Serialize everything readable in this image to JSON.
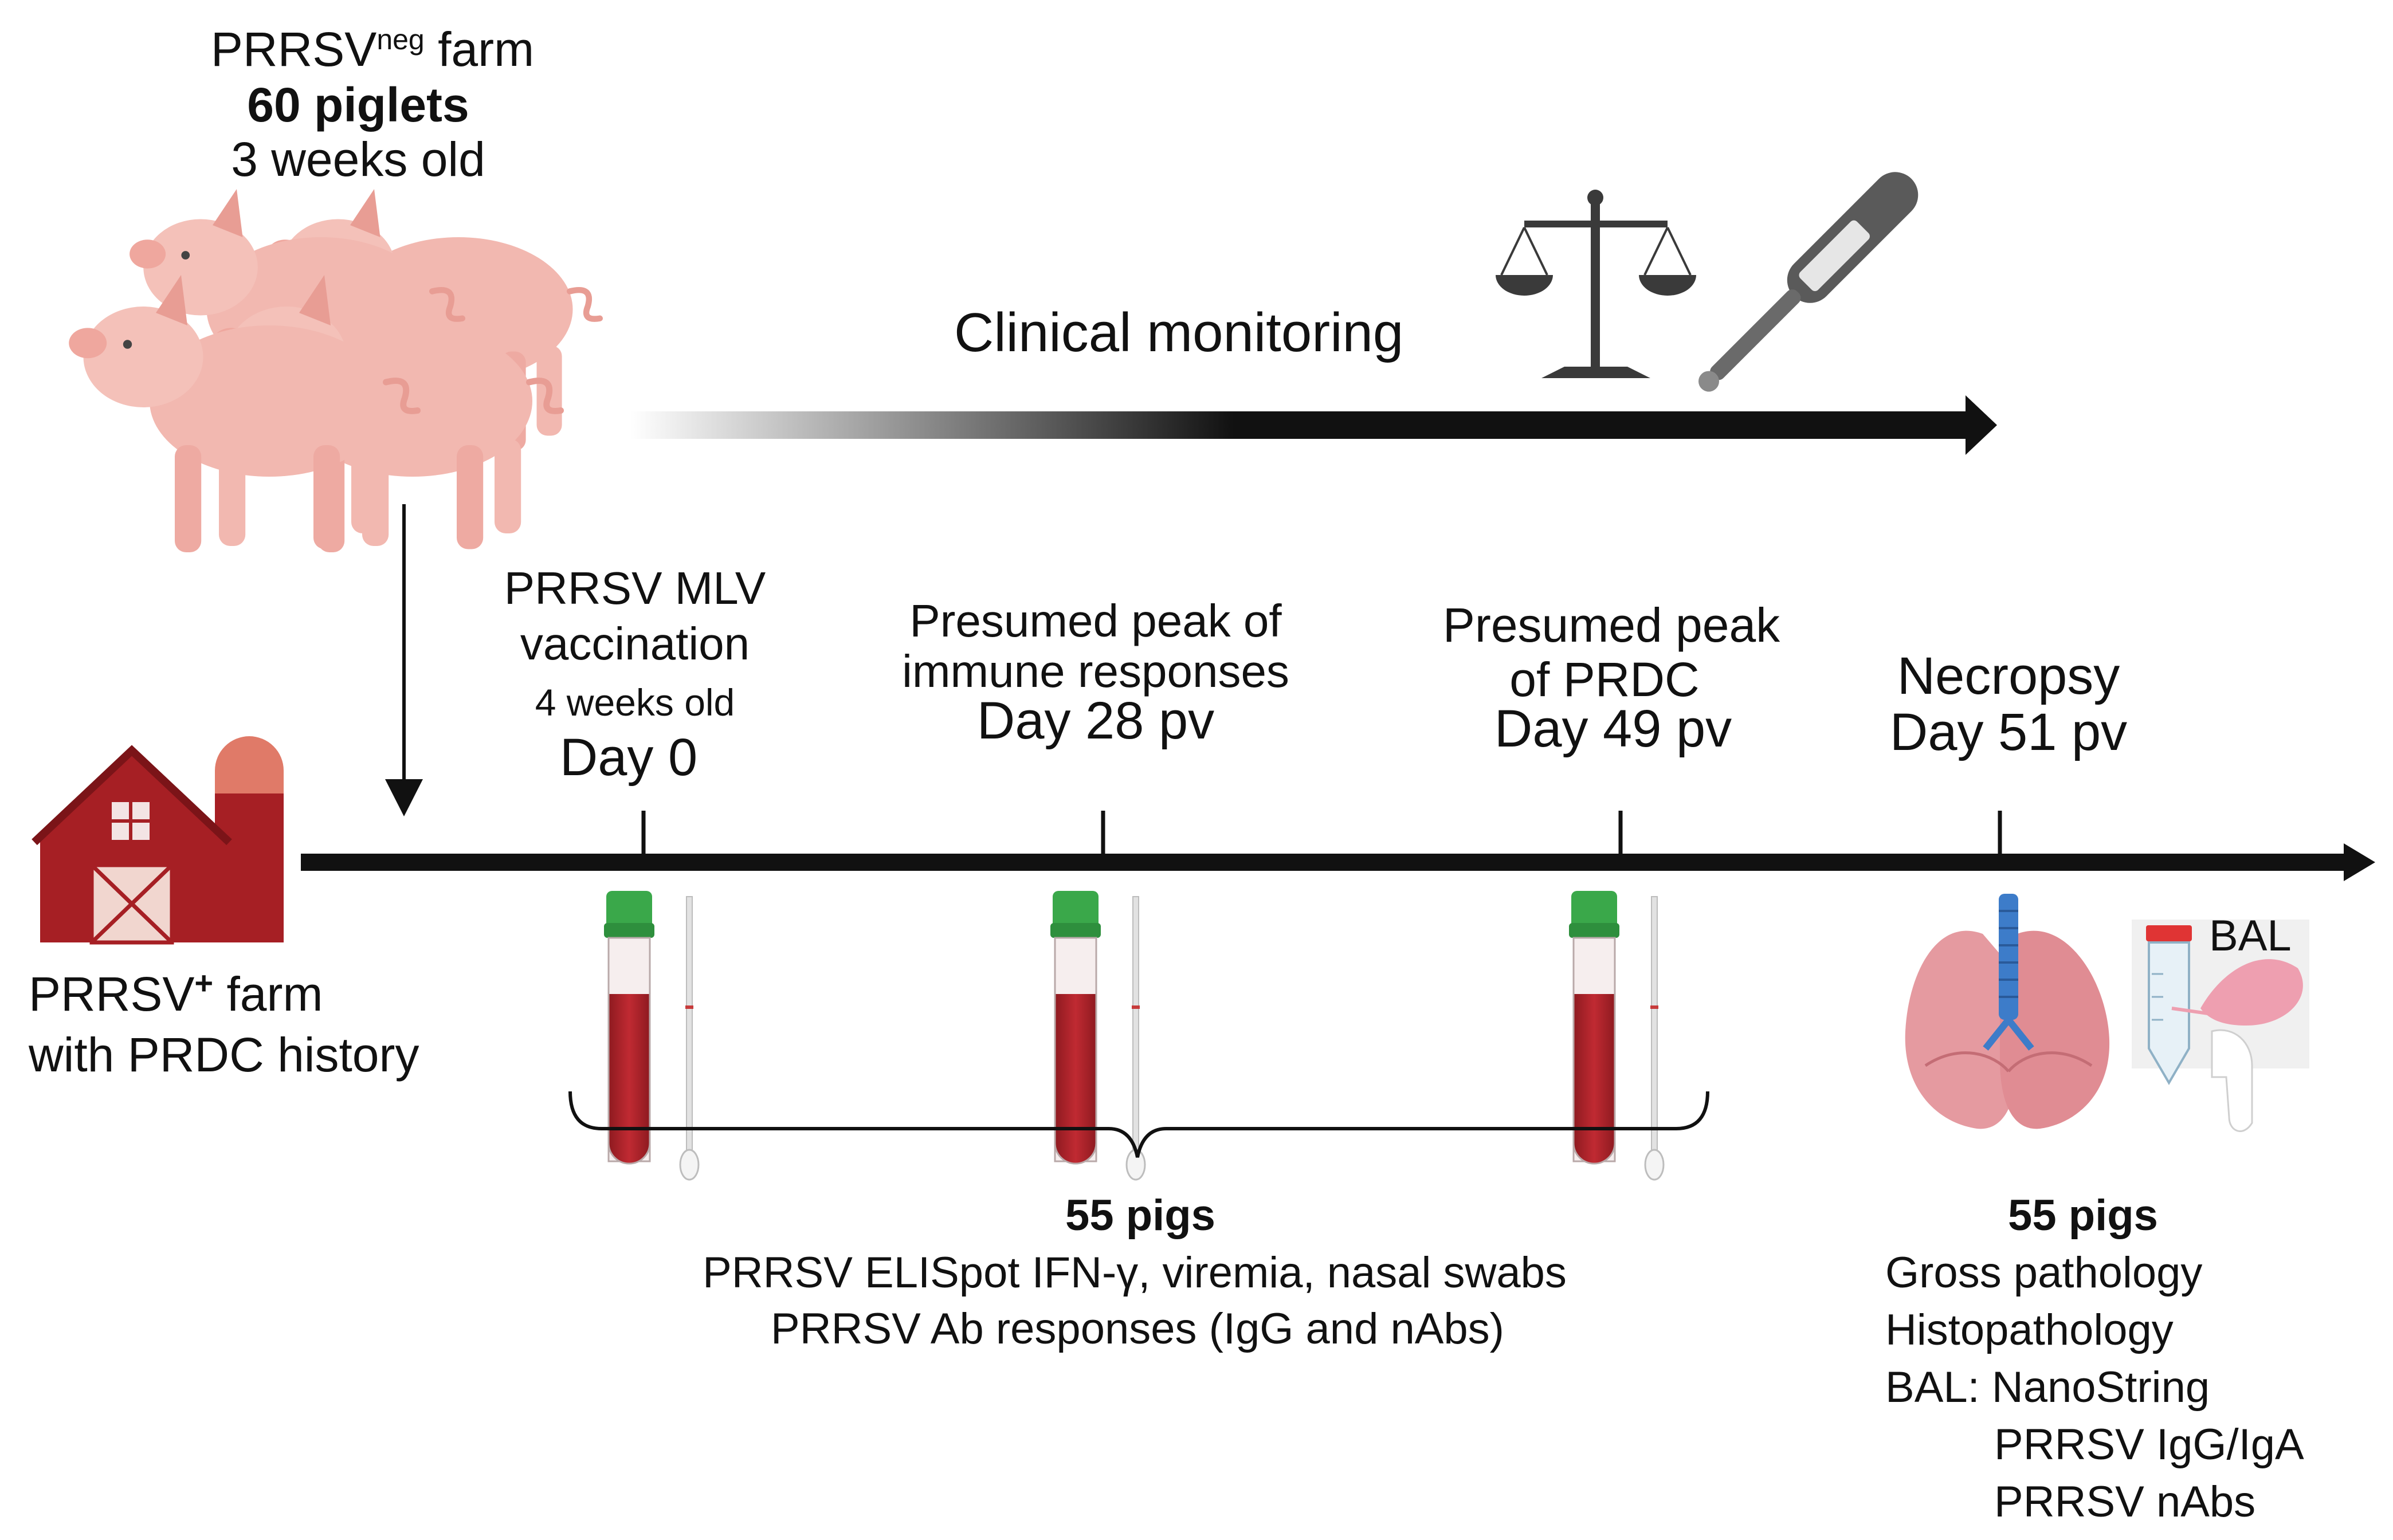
{
  "source_farm": {
    "name_prefix": "PRRSV",
    "name_sup": "neg",
    "name_suffix": " farm",
    "count": "60 piglets",
    "age": "3 weeks old"
  },
  "clinical_monitoring": {
    "label": "Clinical monitoring"
  },
  "destination_farm": {
    "name_prefix": "PRRSV",
    "name_sup": "+",
    "name_suffix": " farm",
    "history": "with PRDC history"
  },
  "events": [
    {
      "lines": [
        "PRRSV MLV",
        "vaccination"
      ],
      "sub": "4 weeks old",
      "day": "Day 0"
    },
    {
      "lines": [
        "Presumed peak of",
        "immune responses"
      ],
      "day": "Day 28 pv"
    },
    {
      "lines": [
        "Presumed peak",
        "of PRDC"
      ],
      "day": "Day 49 pv"
    },
    {
      "lines": [
        "Necropsy"
      ],
      "day": "Day 51 pv"
    }
  ],
  "sampling": {
    "count": "55 pigs",
    "line1": "PRRSV ELISpot IFN-γ, viremia, nasal swabs",
    "line2": "PRRSV Ab responses (IgG and nAbs)"
  },
  "necropsy": {
    "bal_label": "BAL",
    "count": "55 pigs",
    "items": [
      "Gross pathology",
      "Histopathology",
      "BAL: NanoString",
      "PRRSV IgG/IgA",
      "PRRSV nAbs"
    ]
  },
  "colors": {
    "barn_red": "#a61f24",
    "silo_top": "#e07a68",
    "pig_pink": "#f2b8b0",
    "tube_cap": "#3aa84a",
    "blood": "#b3232b",
    "lung": "#e59aa0",
    "trachea": "#3d7cc9",
    "line": "#111111"
  }
}
